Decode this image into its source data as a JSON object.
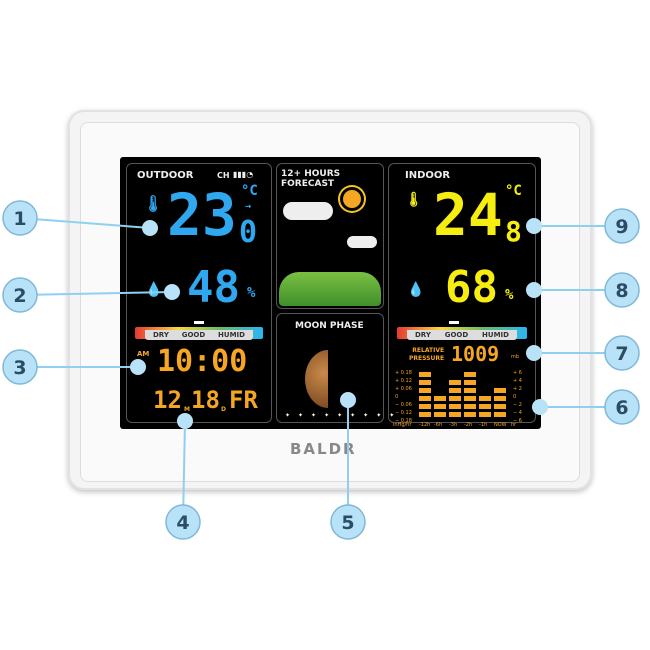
{
  "brand": "BALDR",
  "outdoor": {
    "title": "OUTDOOR",
    "channel": "CH",
    "temp": "23",
    "temp_dec": "0",
    "temp_unit": "°C",
    "humidity": "48",
    "humidity_unit": "%",
    "comfort": [
      "DRY",
      "GOOD",
      "HUMID"
    ],
    "am": "AM",
    "time": "10:00",
    "date_month": "12",
    "m": "M",
    "date_day": "18",
    "d": "D",
    "weekday": "FR"
  },
  "forecast": {
    "title_line1": "12+ HOURS",
    "title_line2": "FORECAST"
  },
  "moon": {
    "title": "MOON PHASE"
  },
  "indoor": {
    "title": "INDOOR",
    "temp": "24",
    "temp_dec": "8",
    "temp_unit": "°C",
    "humidity": "68",
    "humidity_unit": "%",
    "comfort": [
      "DRY",
      "GOOD",
      "HUMID"
    ]
  },
  "pressure": {
    "label_line1": "RELATIVE",
    "label_line2": "PRESSURE",
    "value": "1009",
    "unit_mb": "mb",
    "left_scale": [
      "+ 0.18",
      "+ 0.12",
      "+ 0.06",
      "0",
      "− 0.06",
      "− 0.12",
      "− 0.18"
    ],
    "right_scale": [
      "+ 6",
      "+ 4",
      "+ 2",
      "0",
      "− 2",
      "− 4",
      "− 6"
    ],
    "unit_inhg": "inHg/hr",
    "unit_hr": "hr",
    "history_labels": [
      "-12h",
      "-6h",
      "-3h",
      "-2h",
      "-1h",
      "NOW"
    ],
    "history_segments": [
      6,
      3,
      5,
      6,
      3,
      4
    ]
  },
  "callouts": [
    "1",
    "2",
    "3",
    "4",
    "5",
    "6",
    "7",
    "8",
    "9"
  ],
  "colors": {
    "outdoor": "#2fa8f0",
    "indoor": "#f5ee10",
    "clock": "#f5a623",
    "callout": "#b8e2f8"
  }
}
